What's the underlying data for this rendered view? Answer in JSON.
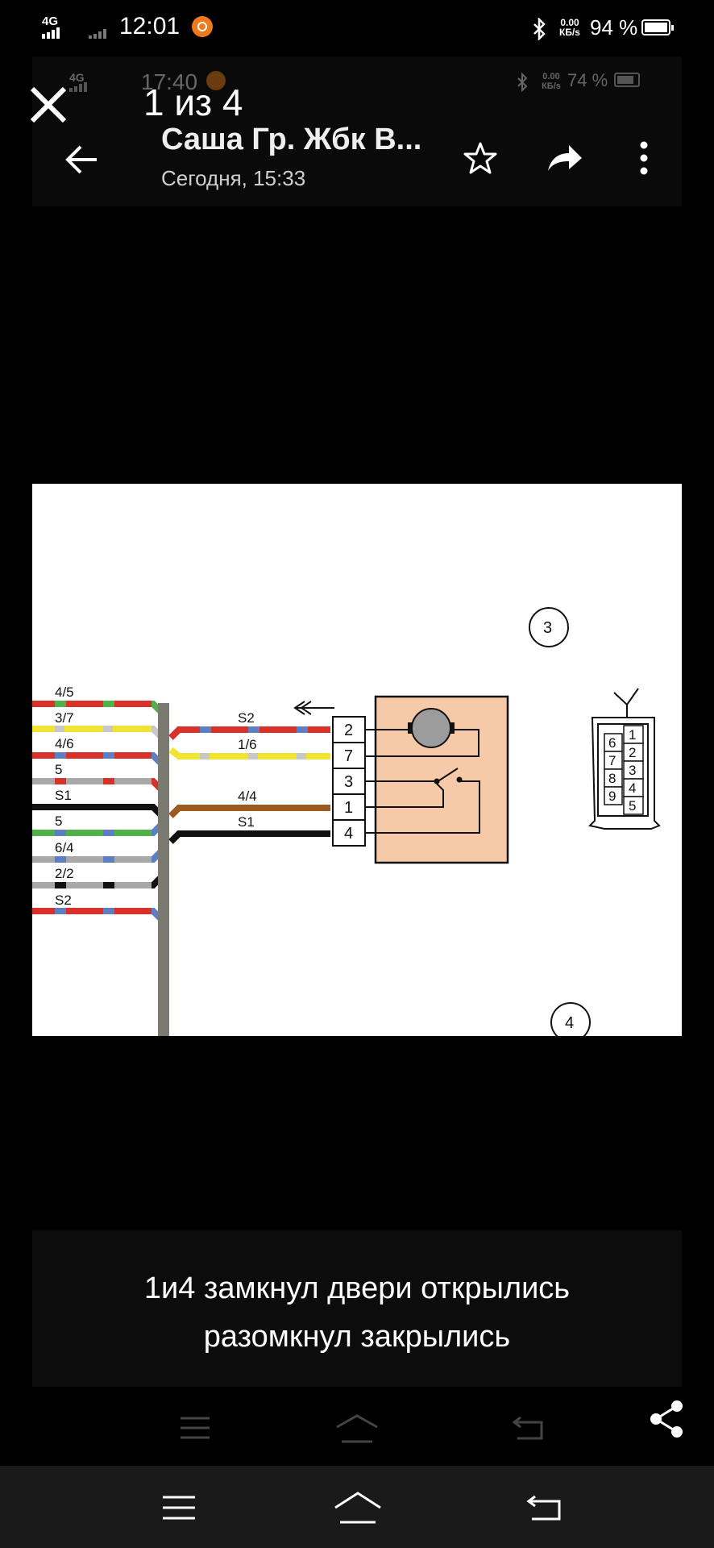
{
  "status_bar": {
    "network": "4G",
    "time": "12:01",
    "speed_value": "0.00",
    "speed_unit": "КБ/s",
    "battery": "94 %"
  },
  "inner_status_bar": {
    "network": "4G",
    "time": "17:40",
    "speed_value": "0.00",
    "speed_unit": "КБ/s",
    "battery": "74 %"
  },
  "viewer": {
    "page_counter": "1 из 4"
  },
  "inner_header": {
    "title": "Саша Гр. Жбк В...",
    "subtitle": "Сегодня, 15:33"
  },
  "diagram": {
    "left_wire_labels": [
      "4/5",
      "3/7",
      "4/6",
      "5",
      "S1",
      "5",
      "6/4",
      "2/2",
      "S2"
    ],
    "right_wire_labels": [
      "S2",
      "1/6",
      "4/4",
      "S1"
    ],
    "pins": [
      "2",
      "7",
      "3",
      "1",
      "4"
    ],
    "connector_left_pins": [
      "6",
      "7",
      "8",
      "9"
    ],
    "connector_right_pins": [
      "1",
      "2",
      "3",
      "4",
      "5"
    ],
    "callouts": [
      "3",
      "4"
    ]
  },
  "caption": {
    "line1": "1и4 замкнул двери открылись",
    "line2": "разомкнул закрылись"
  },
  "colors": {
    "red": "#d8312a",
    "yellow": "#f0e533",
    "green": "#51b04a",
    "blue": "#5b7fc0",
    "grey": "#a8a8a8",
    "brown": "#9a5a20",
    "bundle": "#7a7a70",
    "module_fill": "#f6c9a8"
  }
}
